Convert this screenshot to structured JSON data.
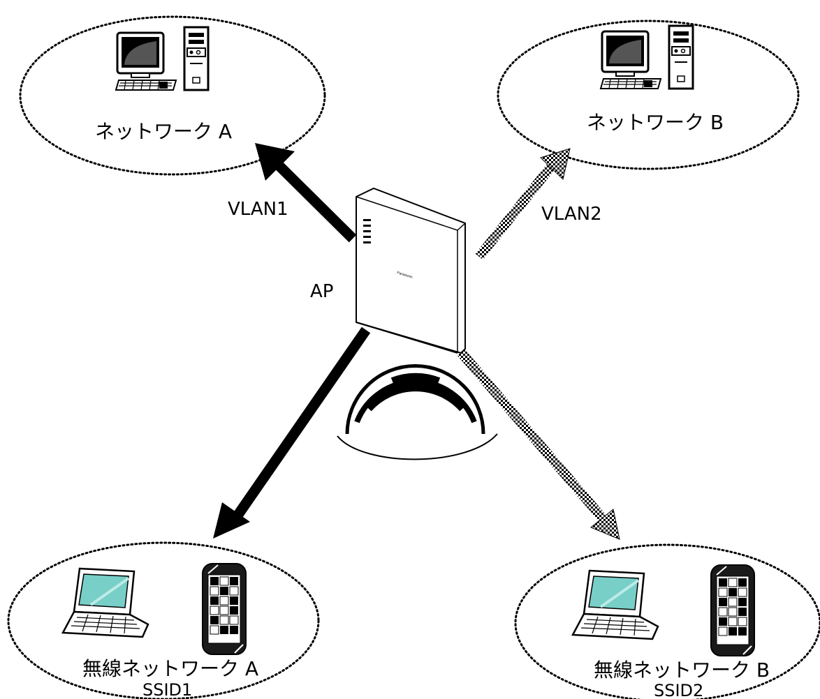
{
  "networks": {
    "network_a": "ネットワーク A",
    "network_b": "ネットワーク B",
    "wireless_a": "無線ネットワーク A",
    "wireless_b": "無線ネットワーク B",
    "ssid1": "SSID1",
    "ssid2": "SSID2"
  },
  "links": {
    "vlan1": "VLAN1",
    "vlan2": "VLAN2"
  },
  "device": {
    "ap_label": "AP",
    "brand": "Panasonic"
  }
}
